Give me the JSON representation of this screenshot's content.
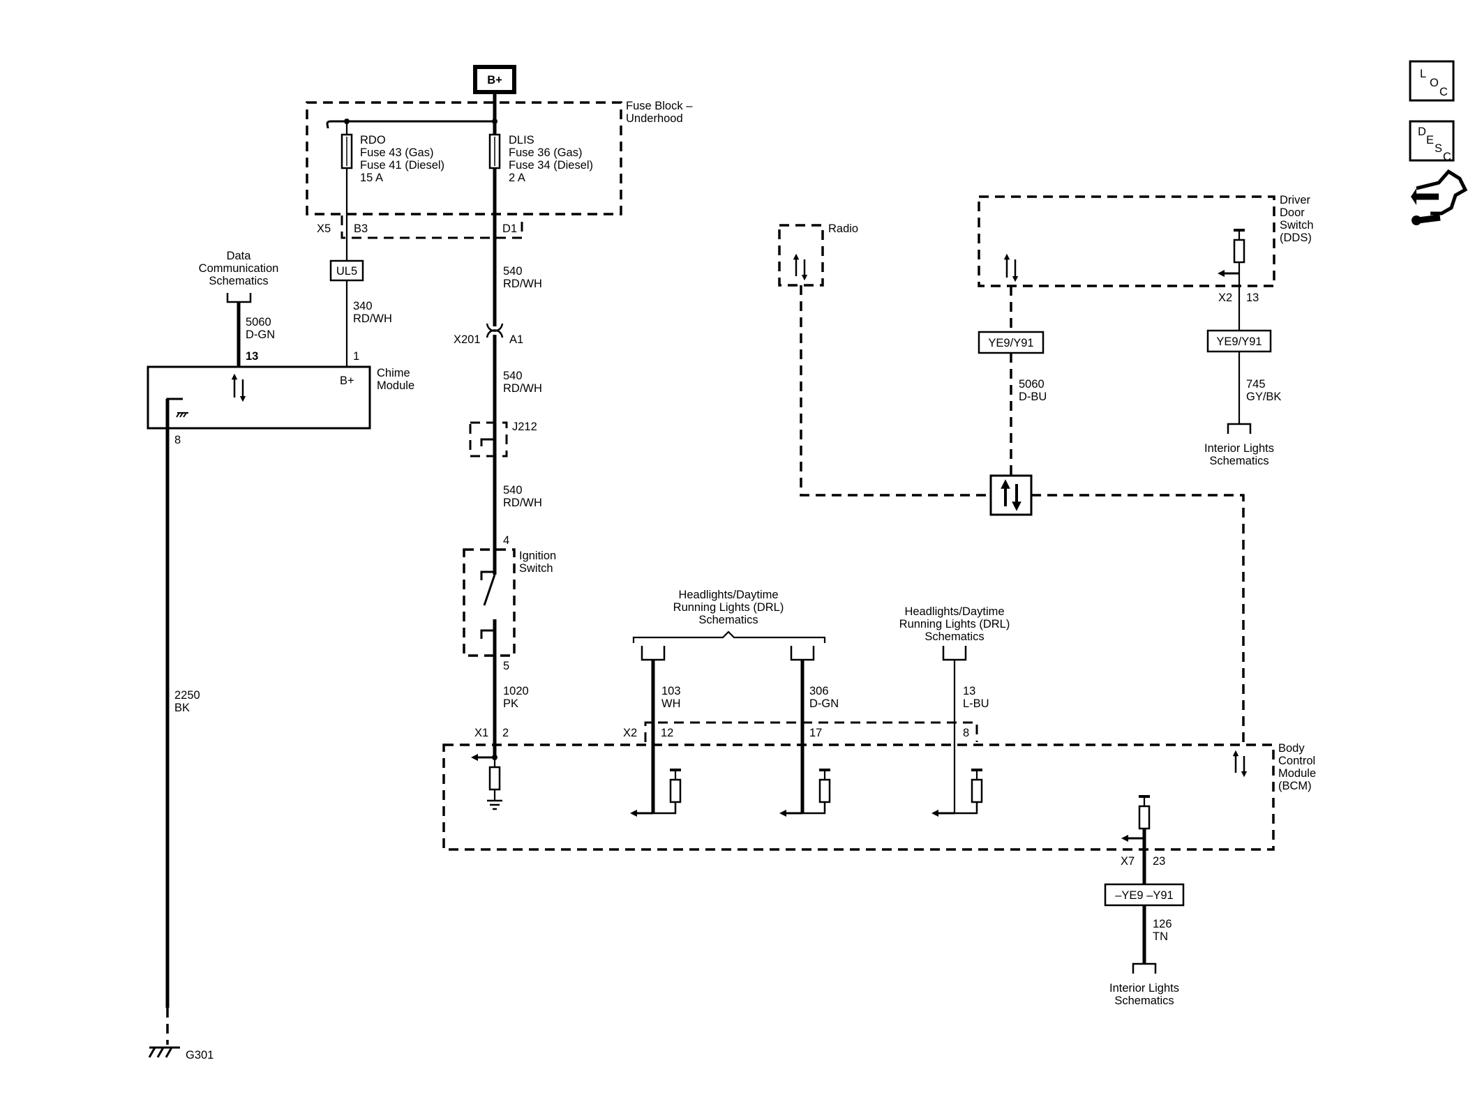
{
  "side_icons": {
    "loc": {
      "l1": "L",
      "l2": "O",
      "l3": "C"
    },
    "desc": {
      "l1": "D",
      "l2": "E",
      "l3": "S",
      "l4": "C"
    },
    "wiring_icon": "connector-wrench-icon"
  },
  "top": {
    "battery": "B+"
  },
  "fuse_block": {
    "title_1": "Fuse Block –",
    "title_2": "Underhood",
    "rdo_name": "RDO",
    "rdo_fuse_gas": "Fuse 43 (Gas)",
    "rdo_fuse_diesel": "Fuse 41 (Diesel)",
    "rdo_amp": "15 A",
    "dlis_name": "DLIS",
    "dlis_fuse_gas": "Fuse 36 (Gas)",
    "dlis_fuse_diesel": "Fuse 34 (Diesel)",
    "dlis_amp": "2 A",
    "connector": "X5",
    "pin_b3": "B3",
    "pin_d1": "D1"
  },
  "splice_ul5": "UL5",
  "data_comm": {
    "line1": "Data",
    "line2": "Communication",
    "line3": "Schematics"
  },
  "chime_module": {
    "name_1": "Chime",
    "name_2": "Module",
    "pin_13": "13",
    "pin_1": "1",
    "pin_8": "8",
    "bplus": "B+",
    "wire_5060": "5060",
    "wire_5060_color": "D-GN",
    "wire_340": "340",
    "wire_340_color": "RD/WH"
  },
  "main_run": {
    "wire_540_a": "540",
    "color_a": "RD/WH",
    "x201": "X201",
    "a1": "A1",
    "wire_540_b": "540",
    "color_b": "RD/WH",
    "j212": "J212",
    "wire_540_c": "540",
    "color_c": "RD/WH",
    "pin_4": "4",
    "ignition_1": "Ignition",
    "ignition_2": "Switch",
    "pin_5": "5",
    "wire_1020": "1020",
    "color_1020": "PK",
    "x1": "X1",
    "x1_pin": "2"
  },
  "ground": {
    "wire_2250": "2250",
    "color_2250": "BK",
    "g301": "G301"
  },
  "radio": {
    "name": "Radio"
  },
  "dds": {
    "name_1": "Driver",
    "name_2": "Door",
    "name_3": "Switch",
    "name_4": "(DDS)",
    "x2": "X2",
    "pin_13": "13",
    "option_left": "YE9/Y91",
    "option_right": "YE9/Y91",
    "wire_5060": "5060",
    "color_5060": "D-BU",
    "wire_745": "745",
    "color_745": "GY/BK",
    "interior_1": "Interior Lights",
    "interior_2": "Schematics"
  },
  "headlights": {
    "group_1": "Headlights/Daytime",
    "group_2": "Running Lights (DRL)",
    "group_3": "Schematics",
    "single_1": "Headlights/Daytime",
    "single_2": "Running Lights (DRL)",
    "single_3": "Schematics",
    "wire_103": "103",
    "color_103": "WH",
    "wire_306": "306",
    "color_306": "D-GN",
    "wire_13": "13",
    "color_13": "L-BU",
    "x2": "X2",
    "pin_12": "12",
    "pin_17": "17",
    "pin_8": "8"
  },
  "bcm": {
    "name_1": "Body",
    "name_2": "Control",
    "name_3": "Module",
    "name_4": "(BCM)",
    "x7": "X7",
    "pin_23": "23",
    "option": "–YE9 –Y91",
    "wire_126": "126",
    "color_126": "TN",
    "interior_1": "Interior Lights",
    "interior_2": "Schematics"
  }
}
